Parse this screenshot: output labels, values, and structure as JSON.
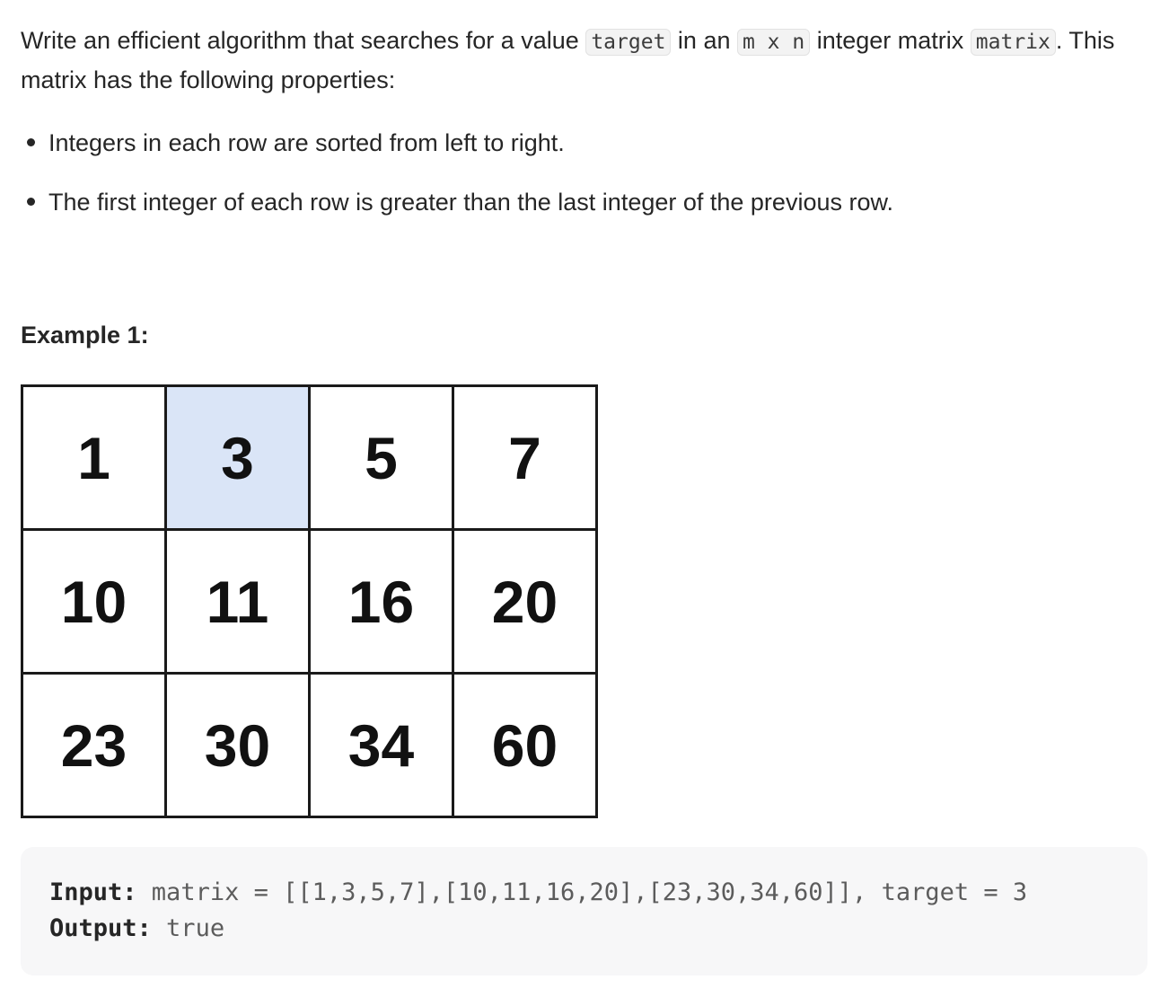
{
  "intro": {
    "part1": "Write an efficient algorithm that searches for a value ",
    "code_target": "target",
    "part2": " in an ",
    "code_mxn": "m x n",
    "part3": " integer matrix ",
    "code_matrix": "matrix",
    "part4": ". This matrix has the following properties:"
  },
  "properties": [
    "Integers in each row are sorted from left to right.",
    "The first integer of each row is greater than the last integer of the previous row."
  ],
  "example": {
    "title": "Example 1:",
    "matrix": [
      [
        "1",
        "3",
        "5",
        "7"
      ],
      [
        "10",
        "11",
        "16",
        "20"
      ],
      [
        "23",
        "30",
        "34",
        "60"
      ]
    ],
    "highlight_color": "#dae5f7",
    "input_label": "Input:",
    "input_value": " matrix = [[1,3,5,7],[10,11,16,20],[23,30,34,60]], target = 3",
    "output_label": "Output:",
    "output_value": " true"
  }
}
